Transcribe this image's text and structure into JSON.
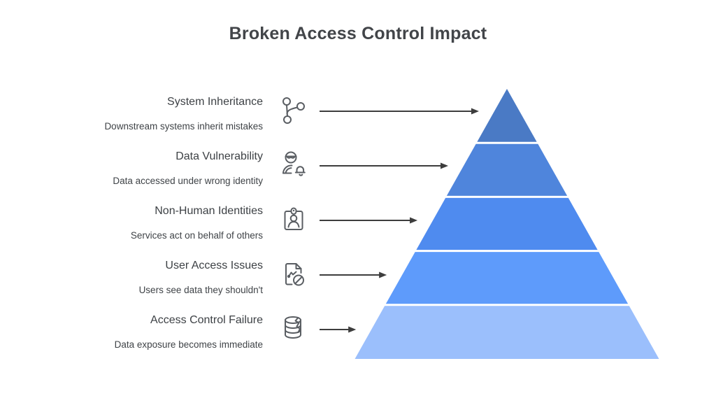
{
  "title": "Broken Access Control Impact",
  "pyramid": {
    "arrow_color": "#3d3d3d",
    "separator_color": "#ffffff",
    "levels": [
      {
        "label": "System Inheritance",
        "sublabel": "Downstream systems inherit mistakes",
        "icon": "git-branch-icon",
        "color": "#4a7ac5"
      },
      {
        "label": "Data Vulnerability",
        "sublabel": "Data accessed under wrong identity",
        "icon": "user-alert-icon",
        "color": "#4f85dc"
      },
      {
        "label": "Non-Human Identities",
        "sublabel": "Services act on behalf of others",
        "icon": "id-badge-icon",
        "color": "#4f8bef"
      },
      {
        "label": "User Access Issues",
        "sublabel": "Users see data they shouldn't",
        "icon": "file-chart-ban-icon",
        "color": "#5e9bfb"
      },
      {
        "label": "Access Control Failure",
        "sublabel": "Data exposure becomes immediate",
        "icon": "database-crack-icon",
        "color": "#9bbffc"
      }
    ]
  }
}
